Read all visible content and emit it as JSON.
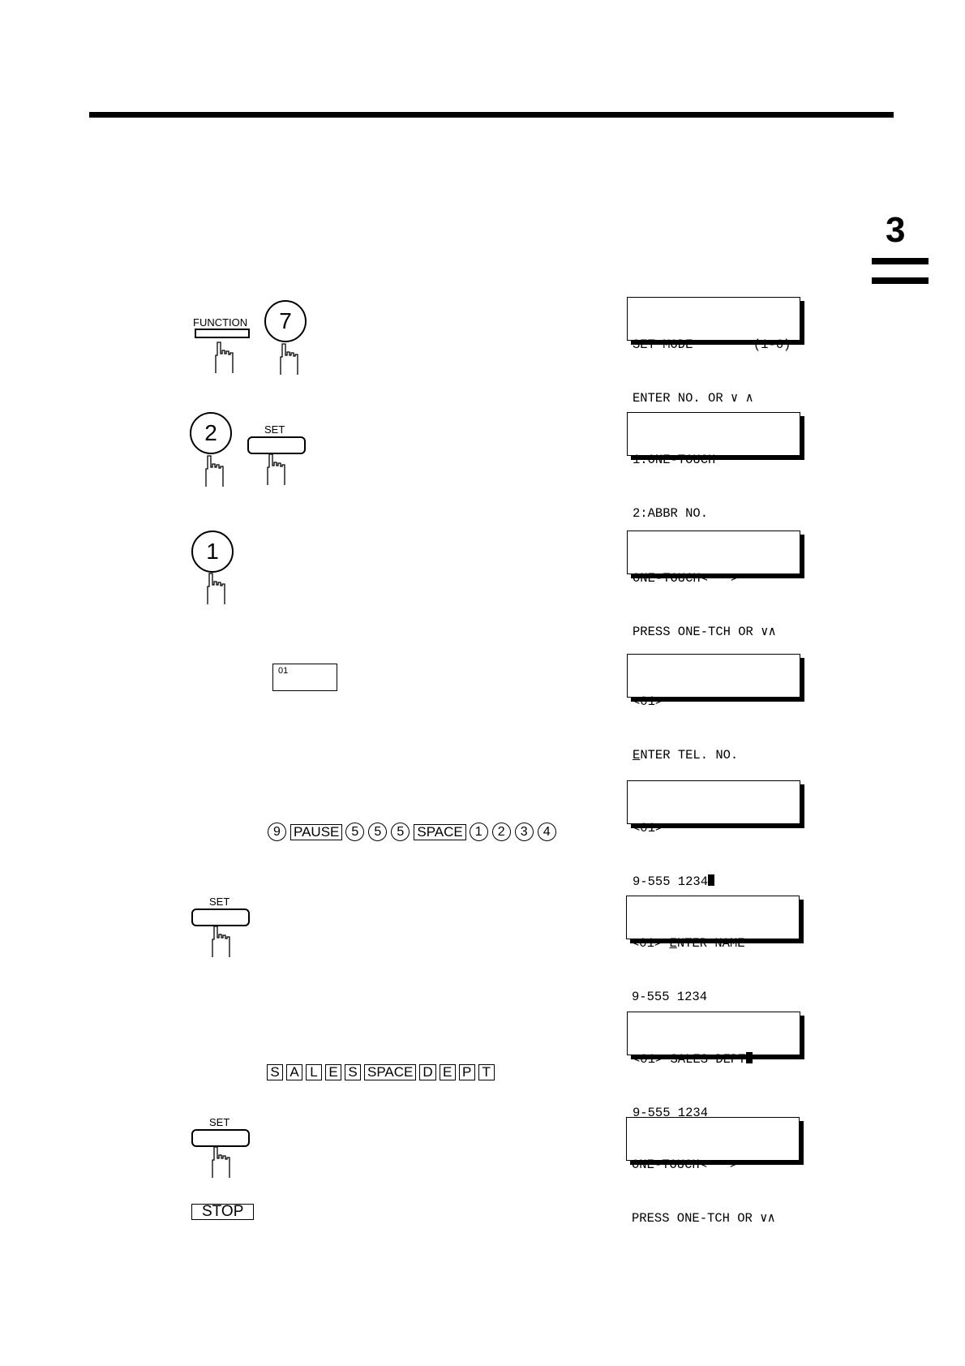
{
  "chapter": "3",
  "displays": [
    {
      "line1": "SET MODE        (1-6)",
      "line2": "ENTER NO. OR ∨ ∧"
    },
    {
      "line1": "1:ONE-TOUCH",
      "line2": "2:ABBR NO."
    },
    {
      "line1": "ONE-TOUCH<   >",
      "line2": "PRESS ONE-TCH OR ∨∧"
    },
    {
      "line1": "<01>",
      "line2_first": "E",
      "line2_rest": "NTER TEL. NO."
    },
    {
      "line1": "<01>",
      "line2": "9-555 1234"
    },
    {
      "line1_pre": "<01> ",
      "line1_first": "E",
      "line1_rest": "NTER NAME",
      "line2": "9-555 1234"
    },
    {
      "line1": "<01> SALES DEPT",
      "line2": "9-555 1234"
    },
    {
      "line1": "ONE-TOUCH<   >",
      "line2": "PRESS ONE-TCH OR ∨∧"
    }
  ],
  "keys": {
    "function": "FUNCTION",
    "seven": "7",
    "two": "2",
    "set": "SET",
    "one": "1",
    "one_touch_01": "01",
    "stop": "STOP",
    "tel_sequence": [
      "9",
      "PAUSE",
      "5",
      "5",
      "5",
      "SPACE",
      "1",
      "2",
      "3",
      "4"
    ],
    "name_sequence": [
      "S",
      "A",
      "L",
      "E",
      "S",
      "SPACE",
      "D",
      "E",
      "P",
      "T"
    ]
  }
}
